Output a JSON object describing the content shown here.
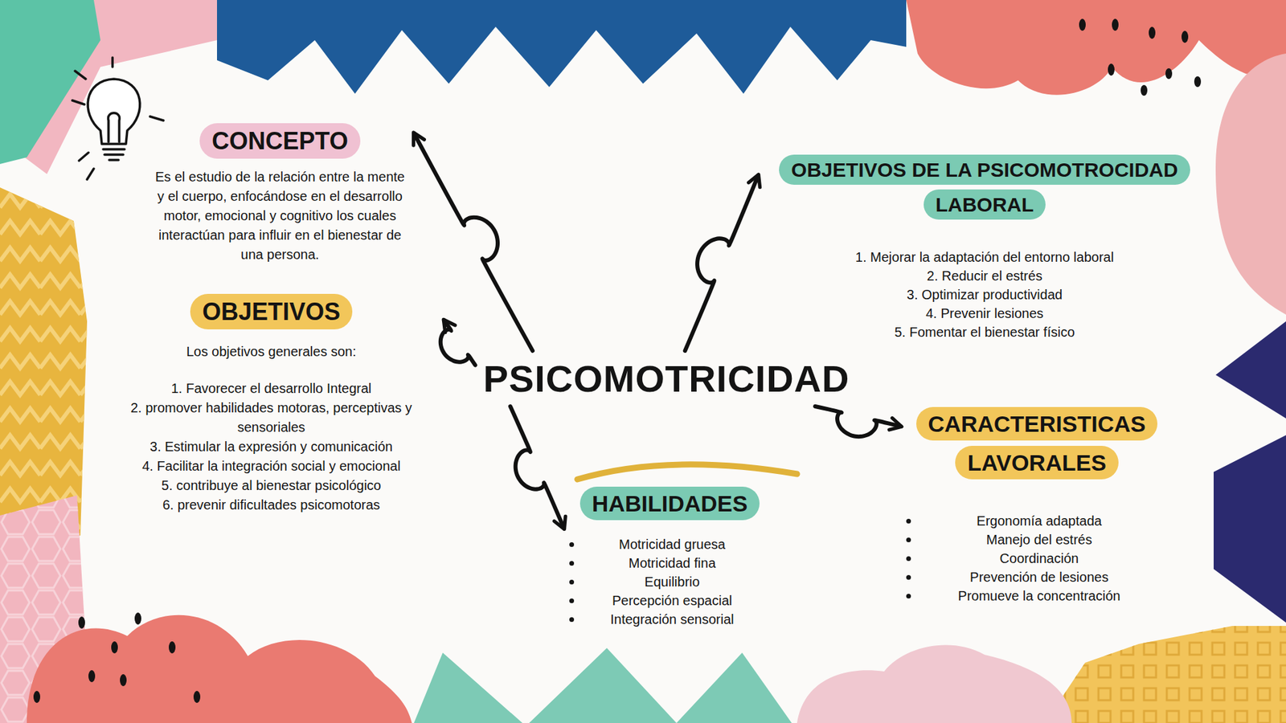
{
  "diagram": {
    "nodes": [
      {
        "text": [
          "PSICOMOTRICIDAD"
        ]
      },
      {
        "text": [
          "CONCEPTO",
          "Es el estudio de la relación entre la mente y el cuerpo, enfocándose en el desarrollo motor, emocional y cognitivo los cuales interactúan para influir en el bienestar de una persona."
        ]
      },
      {
        "text": [
          "OBJETIVOS",
          "Los objetivos generales son:",
          "1. Favorecer el desarrollo Integral",
          "2. promover habilidades motoras, perceptivas y sensoriales",
          "3. Estimular la expresión y comunicación",
          "4. Facilitar la integración social y emocional",
          "5. contribuye al bienestar psicológico",
          "6. prevenir dificultades psicomotoras"
        ]
      },
      {
        "text": [
          "HABILIDADES",
          "Motricidad gruesa",
          "Motricidad fina",
          "Equilibrio",
          "Percepción espacial",
          "Integración sensorial"
        ]
      },
      {
        "text": [
          "CARACTERISTICAS LAVORALES",
          "Ergonomía adaptada",
          "Manejo del estrés",
          "Coordinación",
          "Prevención de lesiones",
          "Promueve la concentración"
        ]
      },
      {
        "text": [
          "OBJETIVOS DE LA PSICOMOTROCIDAD LABORAL",
          "1. Mejorar la adaptación del entorno laboral",
          "2. Reducir el estrés",
          "3. Optimizar productividad",
          "4. Prevenir lesiones",
          "5. Fomentar el bienestar físico"
        ]
      }
    ],
    "edges": [
      {
        "from": 0,
        "to": 1,
        "arrow": "to"
      },
      {
        "from": 0,
        "to": 2,
        "arrow": "to"
      },
      {
        "from": 0,
        "to": 3,
        "arrow": "to"
      },
      {
        "from": 0,
        "to": 4,
        "arrow": "to"
      },
      {
        "from": 0,
        "to": 5,
        "arrow": "to"
      }
    ]
  }
}
